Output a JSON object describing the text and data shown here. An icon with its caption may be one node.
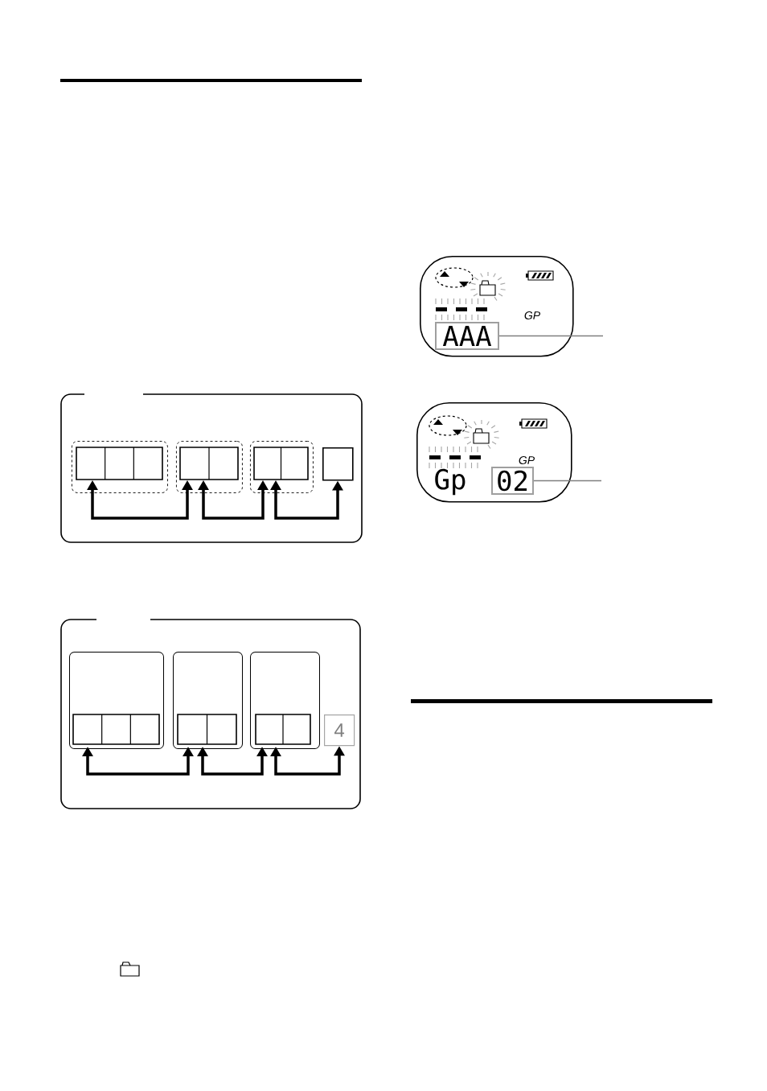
{
  "diagram": {
    "nodes": [
      {
        "text": [],
        "shape": "box"
      },
      {
        "text": [],
        "shape": "box",
        "in": 0
      },
      {
        "text": [],
        "shape": "box",
        "in": 0
      },
      {
        "text": [],
        "shape": "box",
        "in": 0
      },
      {
        "text": [],
        "shape": "box",
        "in": 0
      },
      {
        "text": [],
        "shape": "box"
      },
      {
        "text": [],
        "shape": "box",
        "in": 5
      },
      {
        "text": [],
        "shape": "box",
        "in": 5
      },
      {
        "text": [],
        "shape": "box",
        "in": 5
      },
      {
        "text": [
          "4"
        ],
        "in": 5
      },
      {
        "text": [
          "GP"
        ]
      },
      {
        "text": [
          "AAA"
        ],
        "in": 10
      },
      {
        "text": [
          "GP",
          "Gp"
        ]
      },
      {
        "text": [
          "02"
        ],
        "in": 12
      }
    ],
    "edges": [
      {
        "from": 1,
        "to": 2,
        "arrow": "both"
      },
      {
        "from": 2,
        "to": 3,
        "arrow": "both"
      },
      {
        "from": 3,
        "to": 4,
        "arrow": "both"
      },
      {
        "from": 6,
        "to": 7,
        "arrow": "both"
      },
      {
        "from": 7,
        "to": 8,
        "arrow": "both"
      },
      {
        "from": 8,
        "to": 9,
        "arrow": "both"
      },
      {
        "from": 11,
        "to": null,
        "arrow": "none",
        "color": "#7f7f7f"
      },
      {
        "from": 13,
        "to": null,
        "arrow": "none",
        "color": "#7f7f7f"
      }
    ]
  }
}
